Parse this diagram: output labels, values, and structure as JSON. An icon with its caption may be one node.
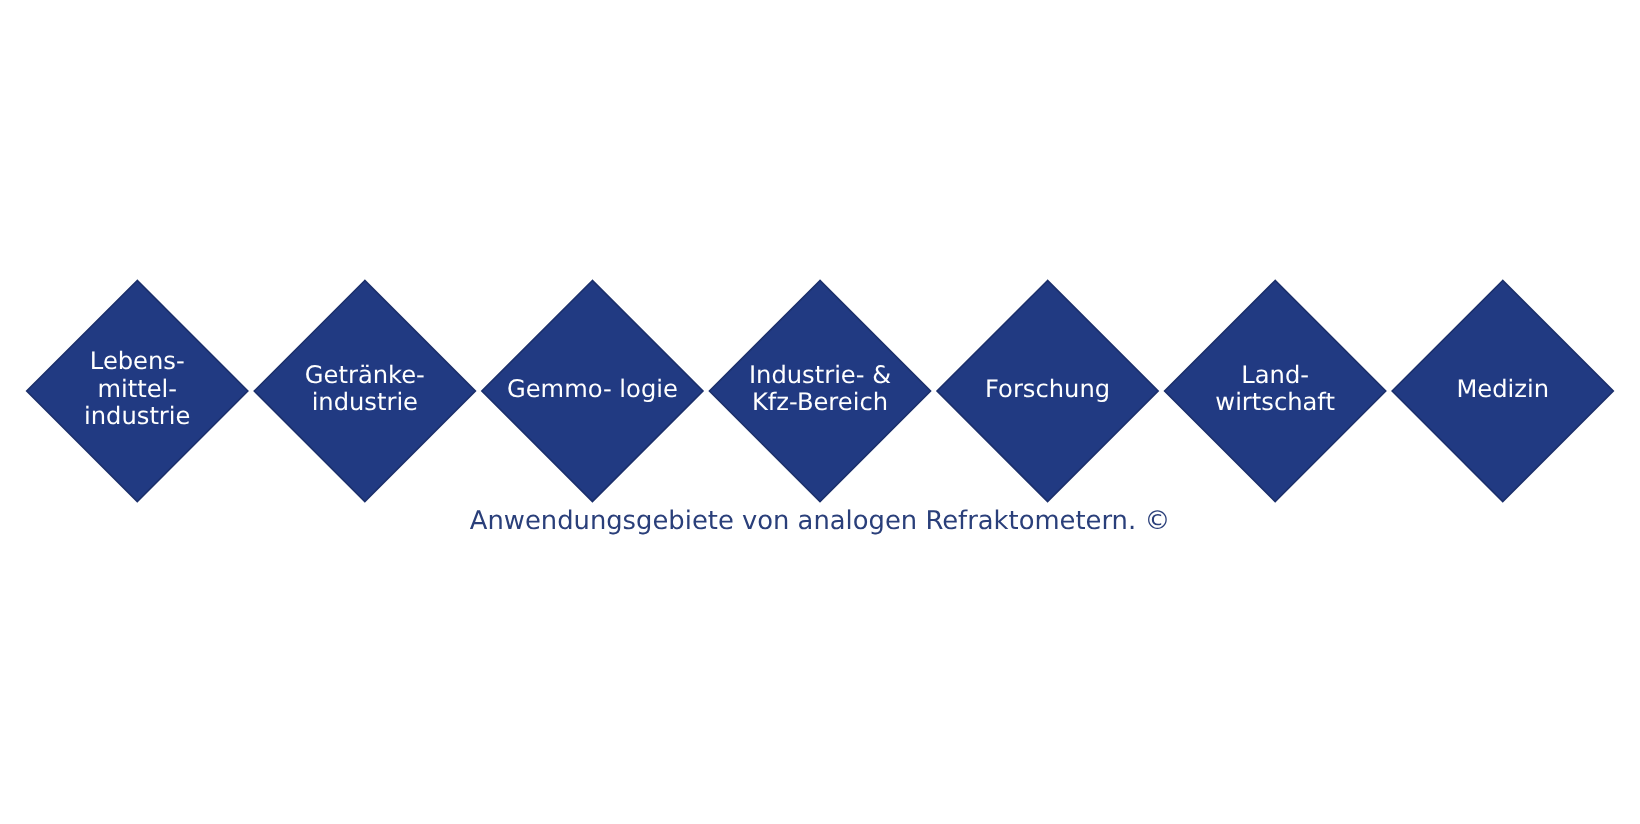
{
  "diagram": {
    "caption": "Anwendungsgebiete von analogen Refraktometern. ©",
    "nodes": [
      {
        "text": [
          "Lebens- mittel- industrie"
        ]
      },
      {
        "text": [
          "Getränke- industrie"
        ]
      },
      {
        "text": [
          "Gemmo- logie"
        ]
      },
      {
        "text": [
          "Industrie- & Kfz-Bereich"
        ]
      },
      {
        "text": [
          "Forschung"
        ]
      },
      {
        "text": [
          "Land- wirtschaft"
        ]
      },
      {
        "text": [
          "Medizin"
        ]
      }
    ],
    "edges": []
  }
}
